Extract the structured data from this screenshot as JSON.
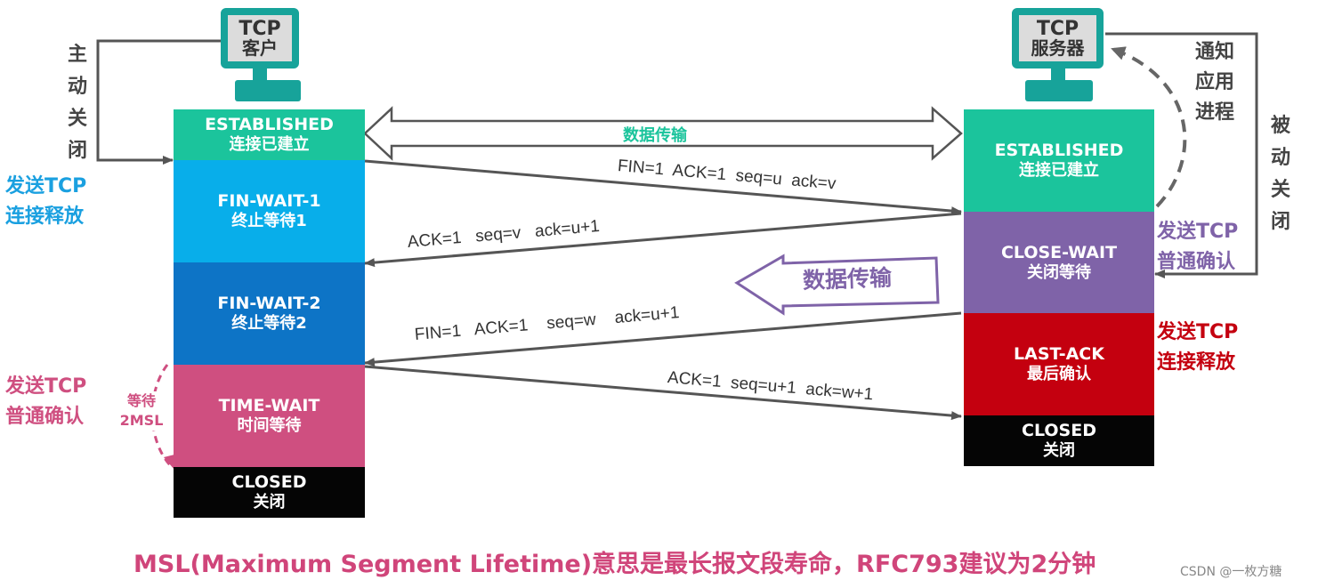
{
  "client": {
    "monitor": {
      "line1": "TCP",
      "line2": "客户"
    },
    "states": [
      {
        "en": "ESTABLISHED",
        "zh": "连接已建立",
        "color": "#1bc49c"
      },
      {
        "en": "FIN-WAIT-1",
        "zh": "终止等待1",
        "color": "#08aeea"
      },
      {
        "en": "FIN-WAIT-2",
        "zh": "终止等待2",
        "color": "#0d74c6"
      },
      {
        "en": "TIME-WAIT",
        "zh": "时间等待",
        "color": "#cf4f80"
      },
      {
        "en": "CLOSED",
        "zh": "关闭",
        "color": "#050505"
      }
    ]
  },
  "server": {
    "monitor": {
      "line1": "TCP",
      "line2": "服务器"
    },
    "states": [
      {
        "en": "ESTABLISHED",
        "zh": "连接已建立",
        "color": "#1bc49c"
      },
      {
        "en": "CLOSE-WAIT",
        "zh": "关闭等待",
        "color": "#7f63a8"
      },
      {
        "en": "LAST-ACK",
        "zh": "最后确认",
        "color": "#c4000f"
      },
      {
        "en": "CLOSED",
        "zh": "关闭",
        "color": "#050505"
      }
    ]
  },
  "labels": {
    "active_close": [
      "主",
      "动",
      "关",
      "闭"
    ],
    "passive_close": [
      "被",
      "动",
      "关",
      "闭"
    ],
    "notify_app": [
      "通知",
      "应用",
      "进程"
    ],
    "client_send_release": [
      "发送TCP",
      "连接释放"
    ],
    "client_send_ack": [
      "发送TCP",
      "普通确认"
    ],
    "server_send_ack": [
      "发送TCP",
      "普通确认"
    ],
    "server_send_release": [
      "发送TCP",
      "连接释放"
    ],
    "wait_2msl": [
      "等待",
      "2MSL"
    ],
    "data_transfer_top": "数据传输",
    "data_transfer_mid": "数据传输"
  },
  "messages": {
    "m1": "FIN=1  ACK=1  seq=u  ack=v",
    "m2": "ACK=1   seq=v   ack=u+1",
    "m3": "FIN=1   ACK=1    seq=w    ack=u+1",
    "m4": "ACK=1  seq=u+1  ack=w+1"
  },
  "footer": "MSL(Maximum Segment Lifetime)意思是最长报文段寿命，RFC793建议为2分钟",
  "watermark": "CSDN @一枚方糖",
  "colors": {
    "teal": "#1bc49c",
    "blue": "#1aa0e0",
    "pink": "#cf4f80",
    "purple": "#7f63a8",
    "red": "#c4000f",
    "footer": "#d0457a"
  }
}
